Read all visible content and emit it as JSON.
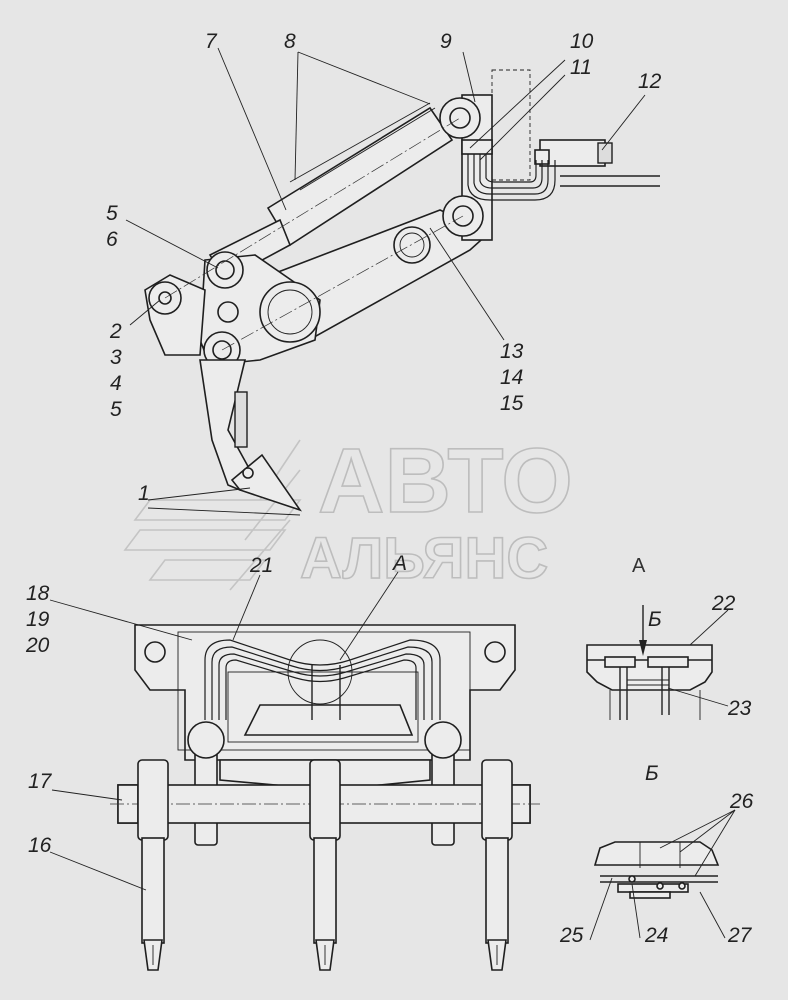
{
  "watermark": {
    "line1": "АВТО",
    "line2": "АЛЬЯНС"
  },
  "callouts": {
    "n1": "1",
    "n2": "2",
    "n3": "3",
    "n4": "4",
    "n5a": "5",
    "n5b": "5",
    "n6": "6",
    "n7": "7",
    "n8": "8",
    "n9": "9",
    "n10": "10",
    "n11": "11",
    "n12": "12",
    "n13": "13",
    "n14": "14",
    "n15": "15",
    "n16": "16",
    "n17": "17",
    "n18": "18",
    "n19": "19",
    "n20": "20",
    "n21": "21",
    "n22": "22",
    "n23": "23",
    "n24": "24",
    "n25": "25",
    "n26": "26",
    "n27": "27"
  },
  "views": {
    "view_a_marker": "А",
    "view_a_title": "А",
    "view_b_marker": "Б",
    "view_b_title": "Б"
  }
}
